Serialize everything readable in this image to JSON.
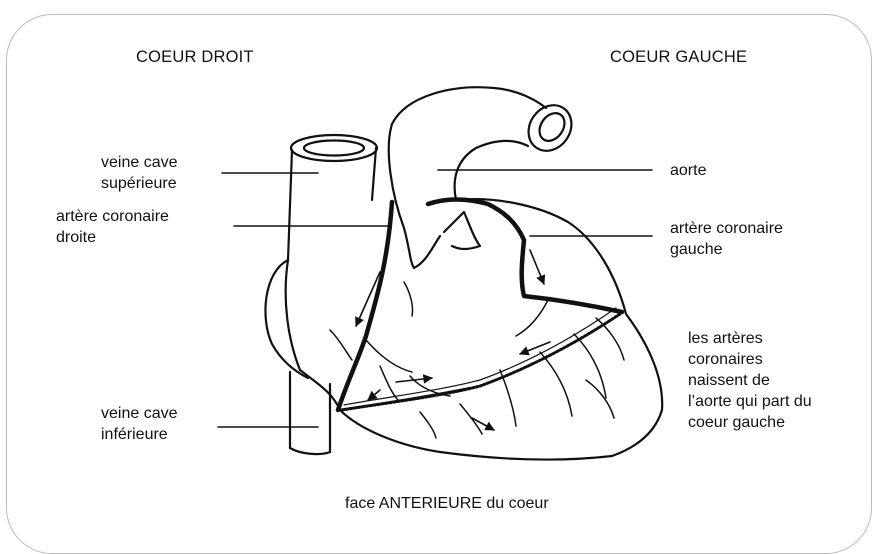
{
  "headers": {
    "right_heart": "COEUR DROIT",
    "left_heart": "COEUR GAUCHE"
  },
  "labels": {
    "svc_line1": "veine cave",
    "svc_line2": "supérieure",
    "rca_line1": "artère coronaire",
    "rca_line2": "droite",
    "ivc_line1": "veine cave",
    "ivc_line2": "inférieure",
    "aorta": "aorte",
    "lca_line1": "artère coronaire",
    "lca_line2": "gauche",
    "note_line1": "les artères",
    "note_line2": "coronaires",
    "note_line3": "naissent de",
    "note_line4": "l’aorte qui part du",
    "note_line5": "coeur gauche"
  },
  "caption": "face ANTERIEURE du coeur"
}
